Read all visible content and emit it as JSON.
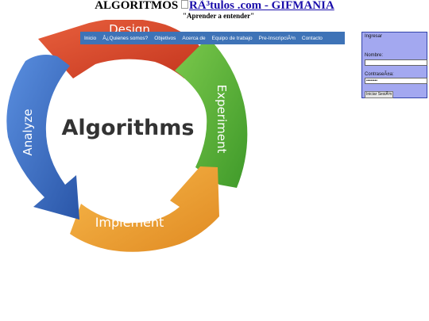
{
  "header": {
    "title": "ALGORITMOS",
    "broken_image_alt": "RÃ³tulos .com - GIFMANIA",
    "subtitle": "\"Aprender a entender\""
  },
  "nav": {
    "items": [
      {
        "label": "Inicio"
      },
      {
        "label": "Â¿Quienes somos?"
      },
      {
        "label": "Objetivos"
      },
      {
        "label": "Acerca de"
      },
      {
        "label": "Equipo de trabajo"
      },
      {
        "label": "Pre-InscripciÃ³n"
      },
      {
        "label": "Contacto"
      }
    ],
    "background": "#3e73b7"
  },
  "diagram": {
    "center": "Algorithms",
    "stages": {
      "top": "Design",
      "right": "Experiment",
      "bottom": "Implement",
      "left": "Analyze"
    },
    "colors": {
      "design": "#d9472b",
      "experiment": "#5bb13a",
      "implement": "#f0a233",
      "analyze": "#3c6dc2"
    }
  },
  "login": {
    "heading": "Ingresar",
    "username_label": "Nombre:",
    "username_value": "",
    "password_label": "ContraseÃ±a:",
    "password_value": "••••••••",
    "submit_label": "Iniciar SesiÃ³n",
    "background": "#a3a8f0"
  }
}
